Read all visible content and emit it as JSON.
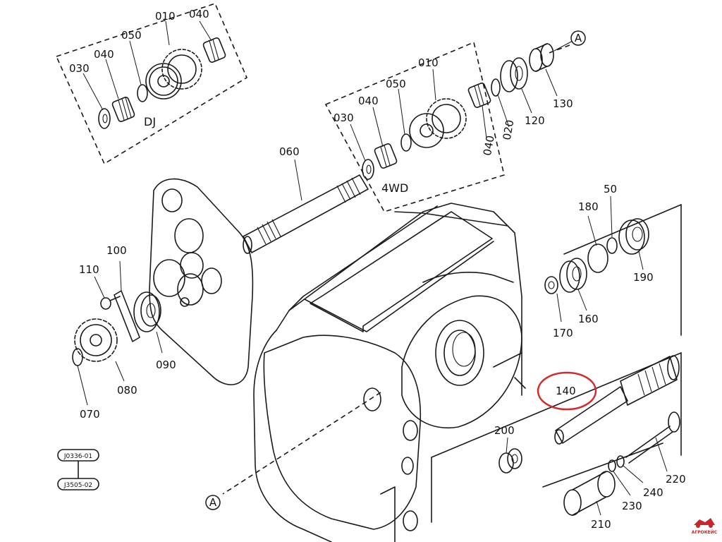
{
  "parts": {
    "p010_dj": "010",
    "p040_dj_top": "040",
    "p050_dj": "050",
    "p040_dj": "040",
    "p030_dj": "030",
    "p010_4wd": "010",
    "p040_4wd": "040",
    "p050_4wd": "050",
    "p030_4wd": "030",
    "p020": "020",
    "p040_4wd_b": "040",
    "p120": "120",
    "p130": "130",
    "p060": "060",
    "p100": "100",
    "p110": "110",
    "p090": "090",
    "p080": "080",
    "p070": "070",
    "p50": "50",
    "p180": "180",
    "p190": "190",
    "p160": "160",
    "p170": "170",
    "p140": "140",
    "p200": "200",
    "p220": "220",
    "p240": "240",
    "p230": "230",
    "p210": "210"
  },
  "notes": {
    "dj": "DJ",
    "four_wd": "4WD",
    "ref_a_top": "A",
    "ref_a_bottom": "A"
  },
  "ref_codes": [
    "J0336-01",
    "J3505-02"
  ],
  "watermark": "АГРОКЕЙС",
  "highlight": {
    "part": "140",
    "color": "#d42a2a"
  }
}
